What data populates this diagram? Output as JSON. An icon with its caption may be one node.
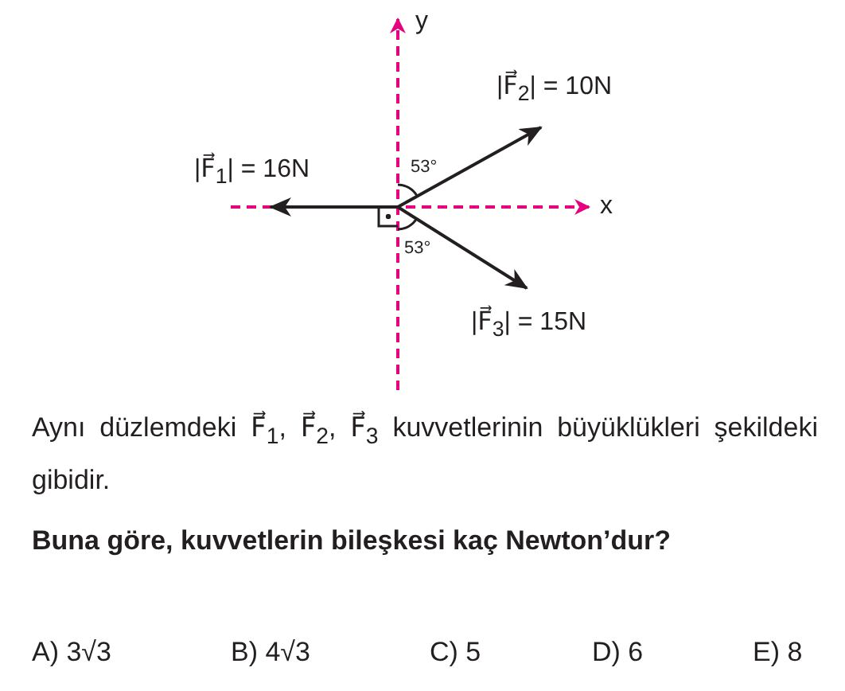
{
  "diagram": {
    "labels": [
      "y",
      "|F⃗$_{2}$| = 10N",
      "|F⃗$_{1}$| = 16N",
      "53°",
      "x",
      "53°",
      "|F⃗$_{3}$| = 15N",
      "Aynı düzlemdeki F⃗$_{1}$, F⃗$_{2}$, F⃗$_{3}$ kuvvetlerinin büyüklükleri şekildeki gibidir.",
      "Buna göre, kuvvetlerin bileşkesi kaç Newton’dur?",
      "A) 3√3",
      "B) 4√3",
      "C) 5",
      "D) 6",
      "E) 8"
    ]
  }
}
